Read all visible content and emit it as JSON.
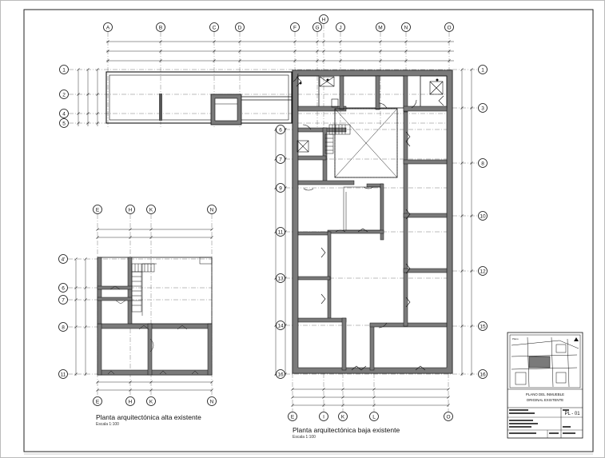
{
  "upper_plan": {
    "title": "Planta arquitectónica alta existente",
    "scale": "Escala 1:100",
    "grid_cols": [
      "E",
      "H",
      "K",
      "N"
    ],
    "grid_rows": [
      "4'",
      "6",
      "7",
      "8",
      "11"
    ]
  },
  "lower_plan": {
    "title": "Planta arquitectónica baja existente",
    "scale": "Escala 1:100",
    "grid_cols_top": [
      "A",
      "B",
      "C",
      "D",
      "F",
      "G",
      "H",
      "J",
      "M",
      "N",
      "O"
    ],
    "grid_cols_bottom": [
      "E",
      "I",
      "K",
      "L",
      "O"
    ],
    "grid_rows_left": [
      "1",
      "2",
      "4",
      "5",
      "6",
      "7",
      "9",
      "11",
      "13",
      "14",
      "16"
    ],
    "grid_rows_right": [
      "1",
      "3",
      "8",
      "10",
      "12",
      "15",
      "16"
    ]
  },
  "title_block": {
    "sheet_title": "PLANO DEL INMUEBLE ORIGINAL EXISTENTE",
    "sheet_number": "PL - 01"
  },
  "colors": {
    "line": "#111111",
    "wall_fill": "#7a7a7a",
    "paper": "#ffffff"
  }
}
